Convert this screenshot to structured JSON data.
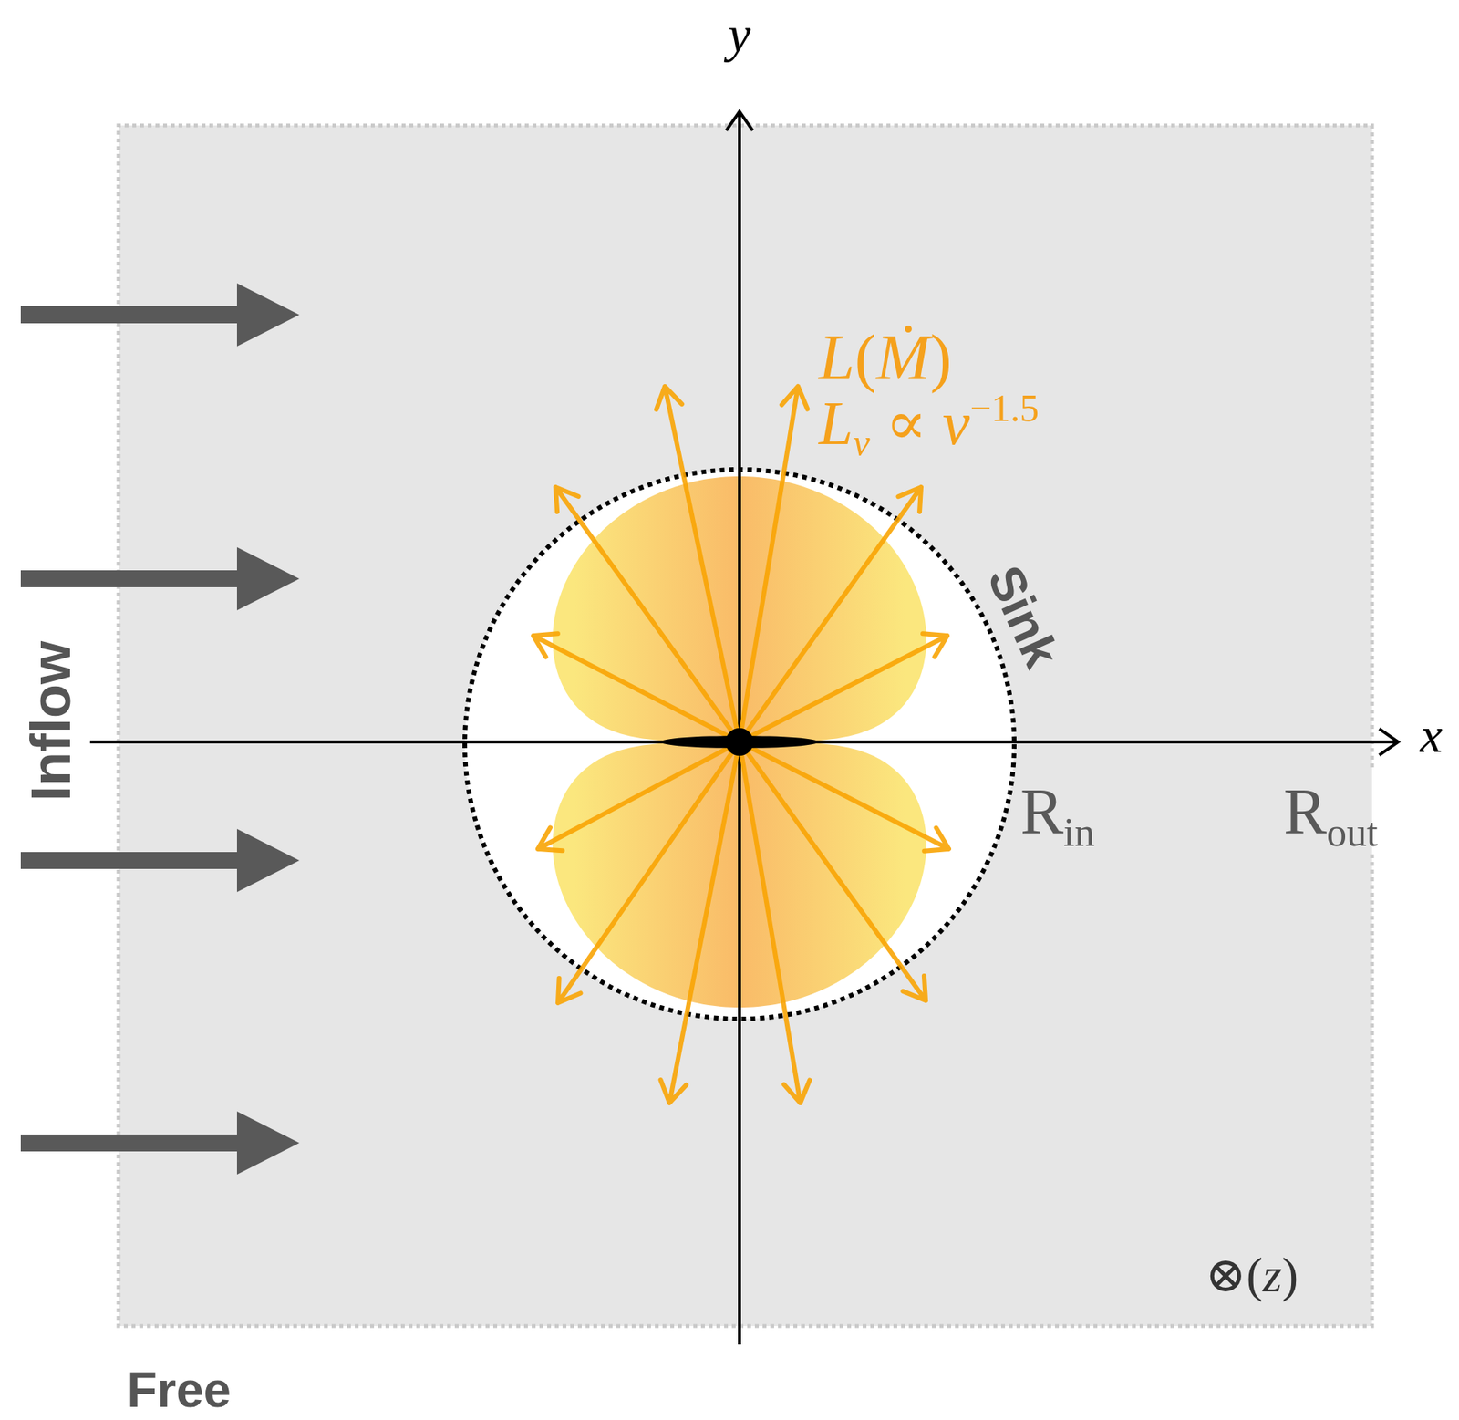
{
  "diagram": {
    "labels": [
      "y",
      "L(Ṁ)",
      "Lν ∝ ν−1.5",
      "Sink",
      "Inflow",
      "x",
      "Rin",
      "Rout",
      "⊗(z)",
      "Free"
    ]
  }
}
